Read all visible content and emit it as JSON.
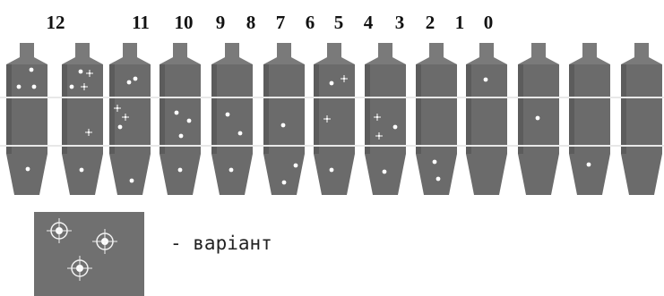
{
  "header_numbers": [
    "12",
    "11",
    "10",
    "9",
    "8",
    "7",
    "6",
    "5",
    "4",
    "3",
    "2",
    "1",
    "0"
  ],
  "colors": {
    "background": "#ffffff",
    "silo_body": "#6b6b6b",
    "silo_top": "#7a7a7a",
    "band_line": "#e8e8e8",
    "dot": "#ffffff",
    "legend_box": "#707070"
  },
  "legend": {
    "icon": "target-crosshair-icon",
    "text": "- варіант"
  },
  "icons": {
    "silo": "silo-icon",
    "marker": "white-dot-marker-icon",
    "sparkle": "sparkle-marker-icon"
  }
}
